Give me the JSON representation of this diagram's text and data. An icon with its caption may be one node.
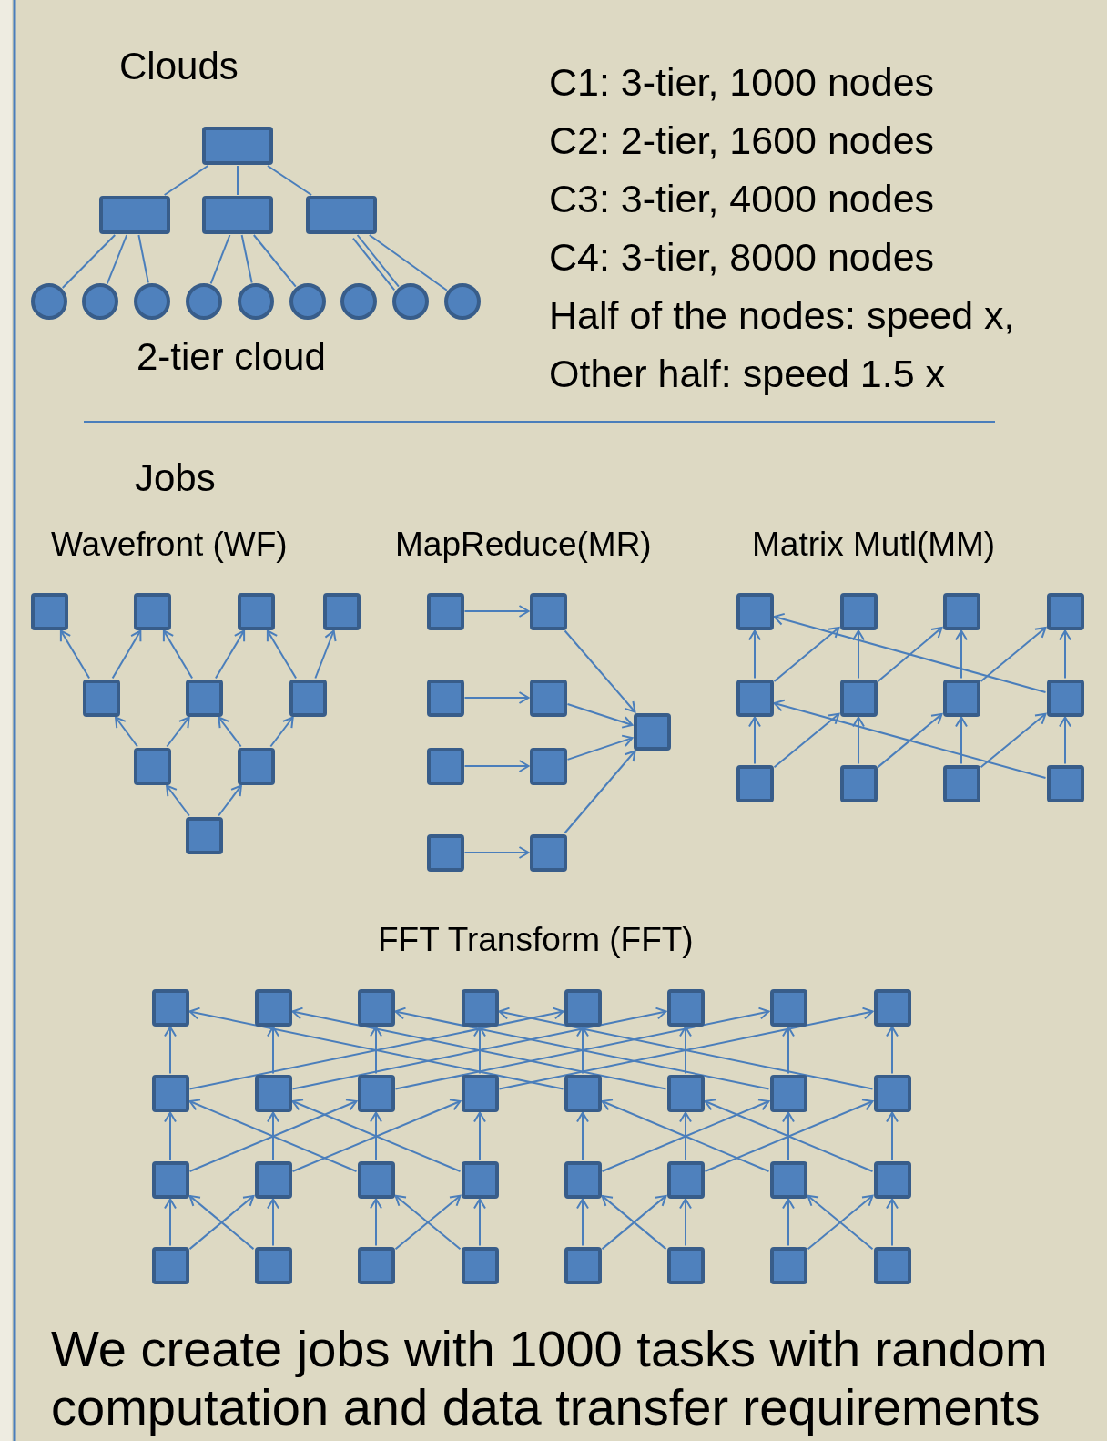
{
  "diagram": {
    "nodes": [
      {
        "text": [],
        "shape": "box"
      },
      {
        "text": [],
        "shape": "box"
      },
      {
        "text": [],
        "shape": "box"
      },
      {
        "text": [],
        "shape": "box"
      },
      {
        "text": [],
        "shape": "circle"
      },
      {
        "text": [],
        "shape": "circle"
      },
      {
        "text": [],
        "shape": "circle"
      },
      {
        "text": [],
        "shape": "circle"
      },
      {
        "text": [],
        "shape": "circle"
      },
      {
        "text": [],
        "shape": "circle"
      },
      {
        "text": [],
        "shape": "circle"
      },
      {
        "text": [],
        "shape": "circle"
      },
      {
        "text": [],
        "shape": "circle"
      },
      {
        "text": [],
        "shape": "box"
      },
      {
        "text": [],
        "shape": "box"
      },
      {
        "text": [],
        "shape": "box"
      },
      {
        "text": [],
        "shape": "box"
      },
      {
        "text": [],
        "shape": "box"
      },
      {
        "text": [],
        "shape": "box"
      },
      {
        "text": [],
        "shape": "box"
      },
      {
        "text": [],
        "shape": "box"
      },
      {
        "text": [],
        "shape": "box"
      },
      {
        "text": [],
        "shape": "box"
      },
      {
        "text": [],
        "shape": "box"
      },
      {
        "text": [],
        "shape": "box"
      },
      {
        "text": [],
        "shape": "box"
      },
      {
        "text": [],
        "shape": "box"
      },
      {
        "text": [],
        "shape": "box"
      },
      {
        "text": [],
        "shape": "box"
      },
      {
        "text": [],
        "shape": "box"
      },
      {
        "text": [],
        "shape": "box"
      },
      {
        "text": [],
        "shape": "box"
      },
      {
        "text": [],
        "shape": "box"
      },
      {
        "text": [],
        "shape": "box"
      },
      {
        "text": [],
        "shape": "box"
      },
      {
        "text": [],
        "shape": "box"
      },
      {
        "text": [],
        "shape": "box"
      },
      {
        "text": [],
        "shape": "box"
      },
      {
        "text": [],
        "shape": "box"
      },
      {
        "text": [],
        "shape": "box"
      },
      {
        "text": [],
        "shape": "box"
      },
      {
        "text": [],
        "shape": "box"
      },
      {
        "text": [],
        "shape": "box"
      },
      {
        "text": [],
        "shape": "box"
      },
      {
        "text": [],
        "shape": "box"
      },
      {
        "text": [],
        "shape": "box"
      },
      {
        "text": [],
        "shape": "box"
      },
      {
        "text": [],
        "shape": "box"
      },
      {
        "text": [],
        "shape": "box"
      },
      {
        "text": [],
        "shape": "box"
      },
      {
        "text": [],
        "shape": "box"
      },
      {
        "text": [],
        "shape": "box"
      },
      {
        "text": [],
        "shape": "box"
      },
      {
        "text": [],
        "shape": "box"
      },
      {
        "text": [],
        "shape": "box"
      },
      {
        "text": [],
        "shape": "box"
      },
      {
        "text": [],
        "shape": "box"
      },
      {
        "text": [],
        "shape": "box"
      },
      {
        "text": [],
        "shape": "box"
      },
      {
        "text": [],
        "shape": "box"
      },
      {
        "text": [],
        "shape": "box"
      },
      {
        "text": [],
        "shape": "box"
      },
      {
        "text": [],
        "shape": "box"
      },
      {
        "text": [],
        "shape": "box"
      },
      {
        "text": [],
        "shape": "box"
      },
      {
        "text": [],
        "shape": "box"
      },
      {
        "text": [],
        "shape": "box"
      },
      {
        "text": [],
        "shape": "box"
      },
      {
        "text": [],
        "shape": "box"
      },
      {
        "text": [],
        "shape": "box"
      },
      {
        "text": [],
        "shape": "box"
      },
      {
        "text": [],
        "shape": "box"
      },
      {
        "text": [],
        "shape": "box"
      },
      {
        "text": [],
        "shape": "box"
      },
      {
        "text": [],
        "shape": "box"
      },
      {
        "text": [],
        "shape": "box"
      }
    ],
    "edges": [
      {
        "from": 0,
        "to": 1,
        "arrow": "none"
      },
      {
        "from": 0,
        "to": 2,
        "arrow": "none"
      },
      {
        "from": 0,
        "to": 3,
        "arrow": "none"
      },
      {
        "from": 1,
        "to": 4,
        "arrow": "none"
      },
      {
        "from": 1,
        "to": 5,
        "arrow": "none"
      },
      {
        "from": 1,
        "to": 6,
        "arrow": "none"
      },
      {
        "from": 2,
        "to": 7,
        "arrow": "none"
      },
      {
        "from": 2,
        "to": 8,
        "arrow": "none"
      },
      {
        "from": 2,
        "to": 9,
        "arrow": "none"
      },
      {
        "from": 3,
        "to": 11,
        "arrow": "none"
      },
      {
        "from": 3,
        "to": 11,
        "arrow": "none"
      },
      {
        "from": 3,
        "to": 12,
        "arrow": "none"
      },
      {
        "from": 17,
        "to": 13,
        "arrow": "to"
      },
      {
        "from": 17,
        "to": 14,
        "arrow": "to"
      },
      {
        "from": 18,
        "to": 14,
        "arrow": "to"
      },
      {
        "from": 18,
        "to": 15,
        "arrow": "to"
      },
      {
        "from": 19,
        "to": 15,
        "arrow": "to"
      },
      {
        "from": 19,
        "to": 16,
        "arrow": "to"
      },
      {
        "from": 20,
        "to": 17,
        "arrow": "to"
      },
      {
        "from": 20,
        "to": 18,
        "arrow": "to"
      },
      {
        "from": 21,
        "to": 18,
        "arrow": "to"
      },
      {
        "from": 21,
        "to": 19,
        "arrow": "to"
      },
      {
        "from": 22,
        "to": 20,
        "arrow": "to"
      },
      {
        "from": 22,
        "to": 21,
        "arrow": "to"
      },
      {
        "from": 23,
        "to": 27,
        "arrow": "to"
      },
      {
        "from": 24,
        "to": 28,
        "arrow": "to"
      },
      {
        "from": 25,
        "to": 29,
        "arrow": "to"
      },
      {
        "from": 26,
        "to": 30,
        "arrow": "to"
      },
      {
        "from": 27,
        "to": 31,
        "arrow": "to"
      },
      {
        "from": 28,
        "to": 31,
        "arrow": "to"
      },
      {
        "from": 29,
        "to": 31,
        "arrow": "to"
      },
      {
        "from": 30,
        "to": 31,
        "arrow": "to"
      },
      {
        "from": 40,
        "to": 36,
        "arrow": "to"
      },
      {
        "from": 41,
        "to": 37,
        "arrow": "to"
      },
      {
        "from": 42,
        "to": 38,
        "arrow": "to"
      },
      {
        "from": 43,
        "to": 39,
        "arrow": "to"
      },
      {
        "from": 36,
        "to": 32,
        "arrow": "to"
      },
      {
        "from": 37,
        "to": 33,
        "arrow": "to"
      },
      {
        "from": 38,
        "to": 34,
        "arrow": "to"
      },
      {
        "from": 39,
        "to": 35,
        "arrow": "to"
      },
      {
        "from": 40,
        "to": 37,
        "arrow": "to"
      },
      {
        "from": 41,
        "to": 38,
        "arrow": "to"
      },
      {
        "from": 42,
        "to": 39,
        "arrow": "to"
      },
      {
        "from": 43,
        "to": 36,
        "arrow": "to"
      },
      {
        "from": 36,
        "to": 33,
        "arrow": "to"
      },
      {
        "from": 37,
        "to": 34,
        "arrow": "to"
      },
      {
        "from": 38,
        "to": 35,
        "arrow": "to"
      },
      {
        "from": 39,
        "to": 32,
        "arrow": "to"
      },
      {
        "from": 68,
        "to": 60,
        "arrow": "to"
      },
      {
        "from": 69,
        "to": 61,
        "arrow": "to"
      },
      {
        "from": 70,
        "to": 62,
        "arrow": "to"
      },
      {
        "from": 71,
        "to": 63,
        "arrow": "to"
      },
      {
        "from": 72,
        "to": 64,
        "arrow": "to"
      },
      {
        "from": 73,
        "to": 65,
        "arrow": "to"
      },
      {
        "from": 74,
        "to": 66,
        "arrow": "to"
      },
      {
        "from": 75,
        "to": 67,
        "arrow": "to"
      },
      {
        "from": 68,
        "to": 61,
        "arrow": "to"
      },
      {
        "from": 69,
        "to": 60,
        "arrow": "to"
      },
      {
        "from": 70,
        "to": 63,
        "arrow": "to"
      },
      {
        "from": 71,
        "to": 62,
        "arrow": "to"
      },
      {
        "from": 72,
        "to": 65,
        "arrow": "to"
      },
      {
        "from": 73,
        "to": 64,
        "arrow": "to"
      },
      {
        "from": 74,
        "to": 67,
        "arrow": "to"
      },
      {
        "from": 75,
        "to": 66,
        "arrow": "to"
      },
      {
        "from": 60,
        "to": 52,
        "arrow": "to"
      },
      {
        "from": 61,
        "to": 53,
        "arrow": "to"
      },
      {
        "from": 62,
        "to": 54,
        "arrow": "to"
      },
      {
        "from": 63,
        "to": 55,
        "arrow": "to"
      },
      {
        "from": 64,
        "to": 56,
        "arrow": "to"
      },
      {
        "from": 65,
        "to": 57,
        "arrow": "to"
      },
      {
        "from": 66,
        "to": 58,
        "arrow": "to"
      },
      {
        "from": 67,
        "to": 59,
        "arrow": "to"
      },
      {
        "from": 60,
        "to": 54,
        "arrow": "to"
      },
      {
        "from": 61,
        "to": 55,
        "arrow": "to"
      },
      {
        "from": 62,
        "to": 52,
        "arrow": "to"
      },
      {
        "from": 63,
        "to": 53,
        "arrow": "to"
      },
      {
        "from": 64,
        "to": 58,
        "arrow": "to"
      },
      {
        "from": 65,
        "to": 59,
        "arrow": "to"
      },
      {
        "from": 66,
        "to": 56,
        "arrow": "to"
      },
      {
        "from": 67,
        "to": 57,
        "arrow": "to"
      },
      {
        "from": 52,
        "to": 44,
        "arrow": "to"
      },
      {
        "from": 53,
        "to": 45,
        "arrow": "to"
      },
      {
        "from": 54,
        "to": 46,
        "arrow": "to"
      },
      {
        "from": 55,
        "to": 47,
        "arrow": "to"
      },
      {
        "from": 56,
        "to": 48,
        "arrow": "to"
      },
      {
        "from": 57,
        "to": 49,
        "arrow": "to"
      },
      {
        "from": 58,
        "to": 50,
        "arrow": "to"
      },
      {
        "from": 59,
        "to": 51,
        "arrow": "to"
      },
      {
        "from": 52,
        "to": 48,
        "arrow": "to"
      },
      {
        "from": 53,
        "to": 49,
        "arrow": "to"
      },
      {
        "from": 54,
        "to": 50,
        "arrow": "to"
      },
      {
        "from": 55,
        "to": 51,
        "arrow": "to"
      },
      {
        "from": 56,
        "to": 44,
        "arrow": "to"
      },
      {
        "from": 57,
        "to": 45,
        "arrow": "to"
      },
      {
        "from": 58,
        "to": 46,
        "arrow": "to"
      },
      {
        "from": 59,
        "to": 47,
        "arrow": "to"
      }
    ],
    "labels": [
      "Clouds",
      "C1: 3-tier, 1000 nodes",
      "C2: 2-tier, 1600 nodes",
      "C3: 3-tier, 4000 nodes",
      "C4: 3-tier, 8000 nodes",
      "Half of the nodes: speed x,",
      "Other half: speed 1.5 x",
      "2-tier cloud",
      "Jobs",
      "Wavefront (WF)",
      "MapReduce(MR)",
      "Matrix Mutl(MM)",
      "FFT Transform (FFT)",
      "We create jobs with 1000 tasks with random computation and data transfer requirements"
    ]
  }
}
